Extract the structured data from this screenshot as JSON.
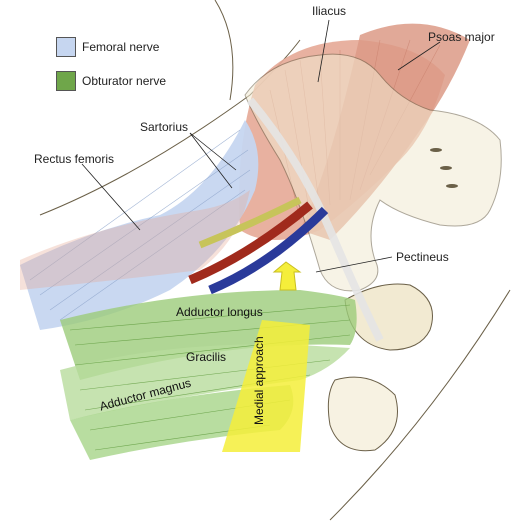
{
  "legend": {
    "items": [
      {
        "label": "Femoral nerve",
        "color": "#c6d6f0"
      },
      {
        "label": "Obturator nerve",
        "color": "#6fa64a"
      }
    ]
  },
  "labels": {
    "iliacus": "Iliacus",
    "psoas_major": "Psoas major",
    "sartorius": "Sartorius",
    "rectus_femoris": "Rectus femoris",
    "pectineus": "Pectineus",
    "adductor_longus": "Adductor longus",
    "gracilis": "Gracilis",
    "adductor_magnus": "Adductor magnus",
    "medial_approach": "Medial approach"
  },
  "colors": {
    "muscle": "#e6a896",
    "muscle_fiber": "#c9806c",
    "bone": "#f2ead2",
    "bone_outline": "#6b6048",
    "femoral_nerve": "#c6d6f0",
    "obturator_nerve": "#9ccc7a",
    "artery": "#a02a1c",
    "vein": "#2a3a9a",
    "femoral_nerve_trunk": "#c7c45a",
    "approach": "#f5ee3a"
  }
}
